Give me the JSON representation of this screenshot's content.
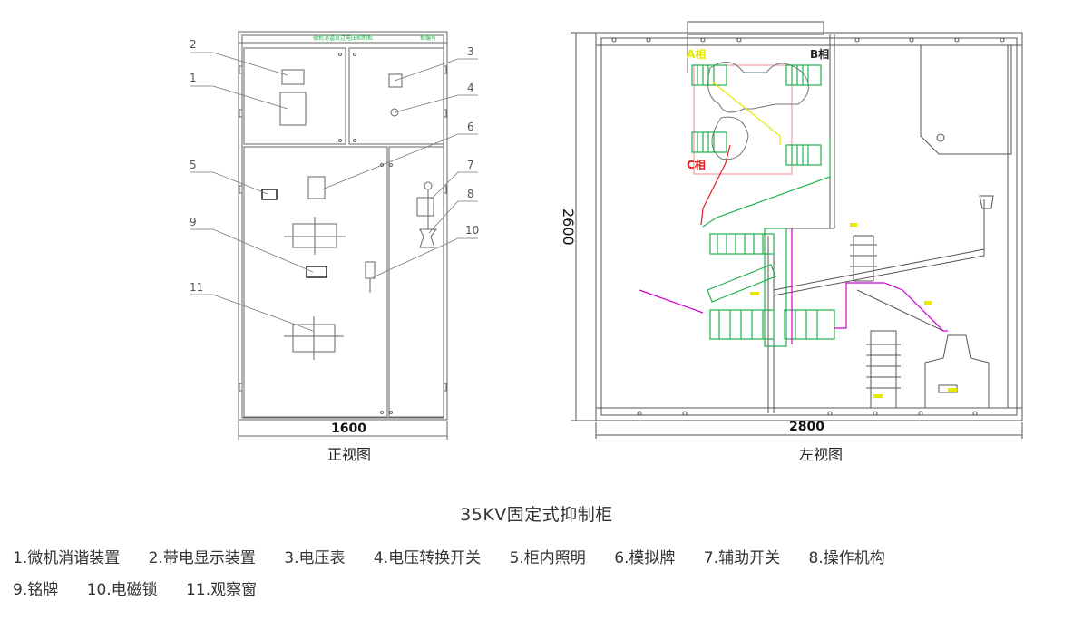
{
  "front_view": {
    "caption": "正视图",
    "width_label": "1600",
    "callouts": [
      "1",
      "2",
      "3",
      "4",
      "5",
      "6",
      "7",
      "8",
      "9",
      "10",
      "11"
    ]
  },
  "side_view": {
    "caption": "左视图",
    "width_label": "2800",
    "height_label": "2600",
    "phase_a": "A相",
    "phase_b": "B相",
    "phase_c": "C相"
  },
  "title": "35KV固定式抑制柜",
  "legend": [
    "1.微机消谐装置",
    "2.带电显示装置",
    "3.电压表",
    "4.电压转换开关",
    "5.柜内照明",
    "6.模拟牌",
    "7.辅助开关",
    "8.操作机构",
    "9.铭牌",
    "10.电磁锁",
    "11.观察窗"
  ],
  "colors": {
    "outline": "#555555",
    "green": "#22b14c",
    "red": "#e02020",
    "magenta": "#d000d0",
    "yellow": "#e8e800",
    "pink": "#f28b8b"
  }
}
